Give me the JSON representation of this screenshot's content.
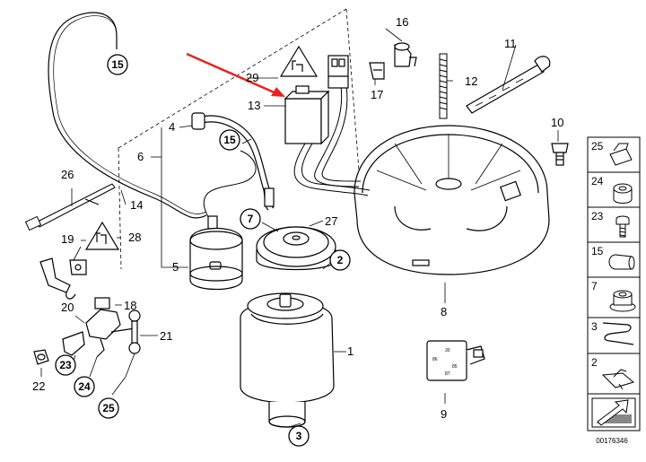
{
  "callouts": {
    "c1": "1",
    "c2": "2",
    "c3": "3",
    "c4": "4",
    "c5": "5",
    "c6": "6",
    "c7": "7",
    "c8": "8",
    "c9": "9",
    "c10": "10",
    "c11": "11",
    "c12": "12",
    "c13": "13",
    "c14": "14",
    "c15a": "15",
    "c15b": "15",
    "c16": "16",
    "c17": "17",
    "c18": "18",
    "c19": "19",
    "c20": "20",
    "c21": "21",
    "c22": "22",
    "c23": "23",
    "c24": "24",
    "c25": "25",
    "c26": "26",
    "c27": "27",
    "c28": "28",
    "c29": "29"
  },
  "side_panel": {
    "items": [
      "25",
      "24",
      "23",
      "15",
      "7",
      "3",
      "2"
    ]
  },
  "relay_pins": {
    "p30": "30",
    "p86": "86",
    "p85": "85",
    "p87": "87"
  },
  "catalog_number": "00176346",
  "colors": {
    "pointer_arrow": "#e8231e",
    "line": "#000000"
  }
}
